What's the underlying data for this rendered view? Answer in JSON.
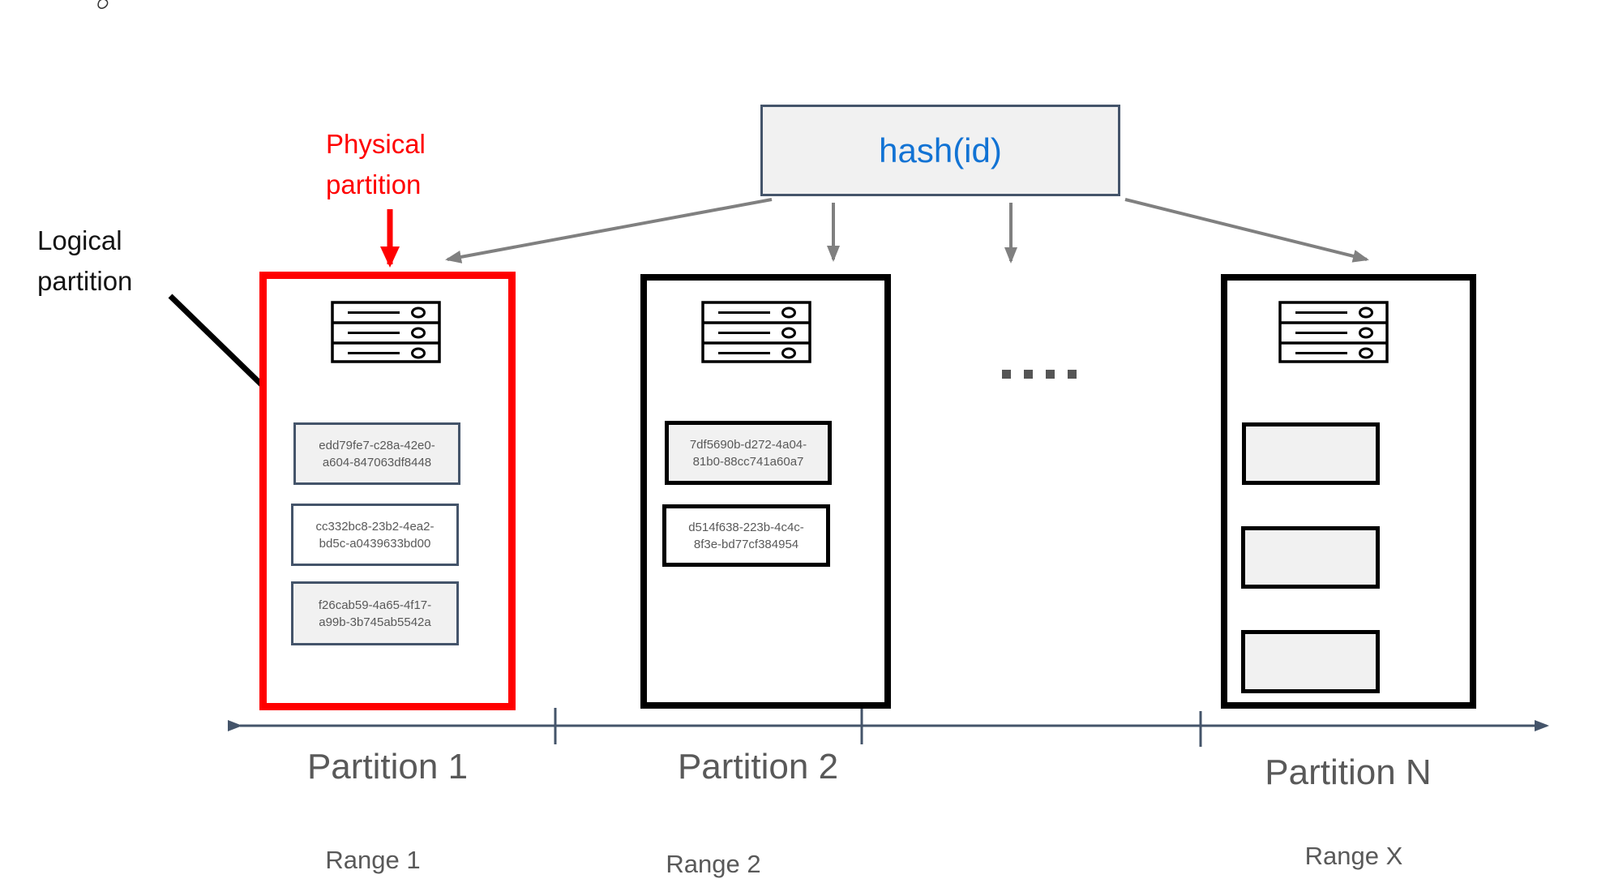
{
  "colors": {
    "highlight_red": "#FF0000",
    "axis_slate": "#44546A",
    "hash_blue": "#1273D4",
    "label_gray": "#595959",
    "arrow_gray": "#808080",
    "box_fill_gray": "#F1F1F1"
  },
  "hash_box": {
    "label": "hash(id)"
  },
  "annotations": {
    "physical": {
      "line1": "Physical",
      "line2": "partition"
    },
    "logical": {
      "line1": "Logical",
      "line2": "partition"
    }
  },
  "icons": {
    "server": "server-rack-icon",
    "ellipsis": "square-dots-ellipsis"
  },
  "partitions": [
    {
      "name": "Partition 1",
      "range": "Range 1",
      "highlight": "physical partition (red)",
      "items": [
        {
          "line1": "edd79fe7-c28a-42e0-",
          "line2": "a604-847063df8448"
        },
        {
          "line1": "cc332bc8-23b2-4ea2-",
          "line2": "bd5c-a0439633bd00"
        },
        {
          "line1": "f26cab59-4a65-4f17-",
          "line2": "a99b-3b745ab5542a"
        }
      ]
    },
    {
      "name": "Partition 2",
      "range": "Range 2",
      "items": [
        {
          "line1": "7df5690b-d272-4a04-",
          "line2": "81b0-88cc741a60a7"
        },
        {
          "line1": "d514f638-223b-4c4c-",
          "line2": "8f3e-bd77cf384954"
        }
      ]
    },
    {
      "name": "Partition N",
      "range": "Range X",
      "placeholder_items": 3,
      "items": []
    }
  ]
}
